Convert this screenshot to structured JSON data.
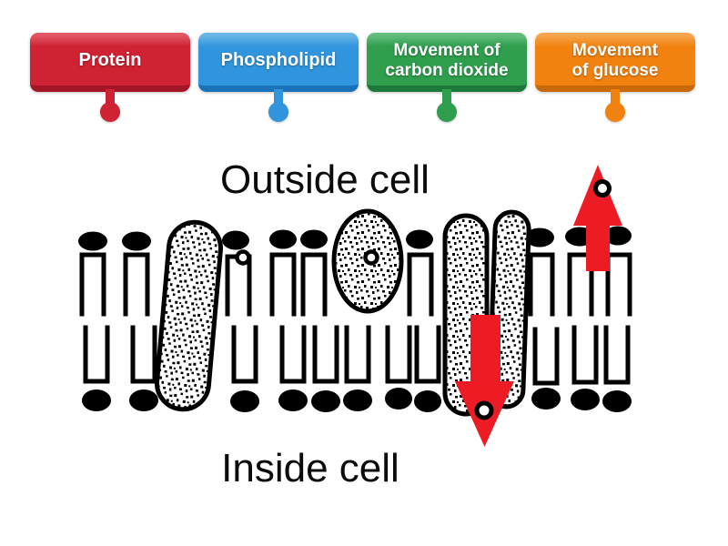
{
  "labels": [
    {
      "id": "protein",
      "lines": [
        "Protein",
        ""
      ],
      "colors": {
        "main": "#cf2233",
        "light": "#e25864",
        "dark": "#a31626"
      }
    },
    {
      "id": "phospholipid",
      "lines": [
        "Phospholipid",
        ""
      ],
      "colors": {
        "main": "#3095dd",
        "light": "#6ab5e8",
        "dark": "#1a72b8"
      }
    },
    {
      "id": "movement-of-carbon-dioxide",
      "lines": [
        "Movement of",
        "carbon dioxide"
      ],
      "colors": {
        "main": "#2f9e4d",
        "light": "#63bd7c",
        "dark": "#1b7a39"
      }
    },
    {
      "id": "movement-of-glucose",
      "lines": [
        "Movement",
        "of glucose"
      ],
      "colors": {
        "main": "#f1820f",
        "light": "#f6a54e",
        "dark": "#c9690a"
      }
    }
  ],
  "diagram": {
    "outside_label": "Outside cell",
    "inside_label": "Inside cell",
    "arrow_color": "#ed1c24",
    "ink_color": "#000000",
    "pin_targets": [
      {
        "id": "marker-on-phospholipid-head"
      },
      {
        "id": "marker-on-oval-protein"
      },
      {
        "id": "marker-on-down-arrow"
      },
      {
        "id": "marker-on-up-arrow"
      }
    ]
  }
}
